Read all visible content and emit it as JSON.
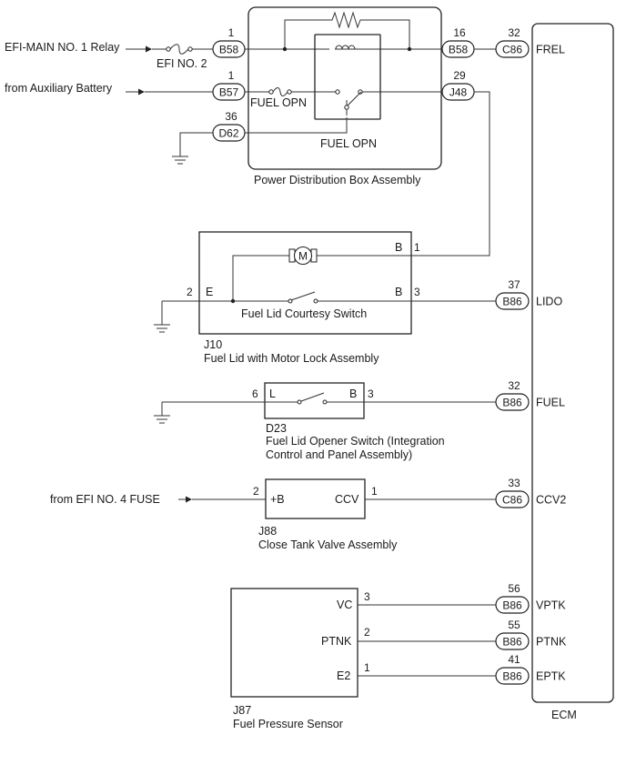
{
  "sources": {
    "efi_main_relay": "EFI-MAIN NO. 1 Relay",
    "aux_battery": "from Auxiliary Battery",
    "efi_no4": "from EFI NO. 4 FUSE"
  },
  "fuses": {
    "efi_no2": "EFI NO. 2",
    "fuel_opn": "FUEL OPN"
  },
  "pdb": {
    "name": "Power Distribution Box Assembly",
    "relay_label": "FUEL OPN",
    "connectors": {
      "b58_in": {
        "code": "B58",
        "pin": "1"
      },
      "b57": {
        "code": "B57",
        "pin": "1"
      },
      "d62": {
        "code": "D62",
        "pin": "36"
      },
      "b58_out": {
        "code": "B58",
        "pin": "16"
      },
      "j48": {
        "code": "J48",
        "pin": "29"
      }
    }
  },
  "fuel_lid": {
    "code": "J10",
    "name": "Fuel Lid with Motor Lock Assembly",
    "switch_label": "Fuel Lid Courtesy Switch",
    "motor": "M",
    "terminals": {
      "b_top": "B",
      "b_bottom": "B",
      "e": "E"
    },
    "pins": {
      "b_top": "1",
      "b_bottom": "3",
      "e": "2"
    }
  },
  "opener_switch": {
    "code": "D23",
    "name_line1": "Fuel Lid Opener Switch (Integration",
    "name_line2": "Control and Panel Assembly)",
    "terminals": {
      "l": "L",
      "b": "B"
    },
    "pins": {
      "l": "6",
      "b": "3"
    }
  },
  "close_tank_valve": {
    "code": "J88",
    "name": "Close Tank Valve Assembly",
    "terminals": {
      "pb": "+B",
      "ccv": "CCV"
    },
    "pins": {
      "pb": "2",
      "ccv": "1"
    }
  },
  "pressure_sensor": {
    "code": "J87",
    "name": "Fuel Pressure Sensor",
    "terminals": {
      "vc": "VC",
      "ptnk": "PTNK",
      "e2": "E2"
    },
    "pins": {
      "vc": "3",
      "ptnk": "2",
      "e2": "1"
    }
  },
  "ecm": {
    "name": "ECM",
    "connectors": [
      {
        "code": "C86",
        "pin": "32",
        "signal": "FREL"
      },
      {
        "code": "B86",
        "pin": "37",
        "signal": "LIDO"
      },
      {
        "code": "B86",
        "pin": "32",
        "signal": "FUEL"
      },
      {
        "code": "C86",
        "pin": "33",
        "signal": "CCV2"
      },
      {
        "code": "B86",
        "pin": "56",
        "signal": "VPTK"
      },
      {
        "code": "B86",
        "pin": "55",
        "signal": "PTNK"
      },
      {
        "code": "B86",
        "pin": "41",
        "signal": "EPTK"
      }
    ]
  }
}
